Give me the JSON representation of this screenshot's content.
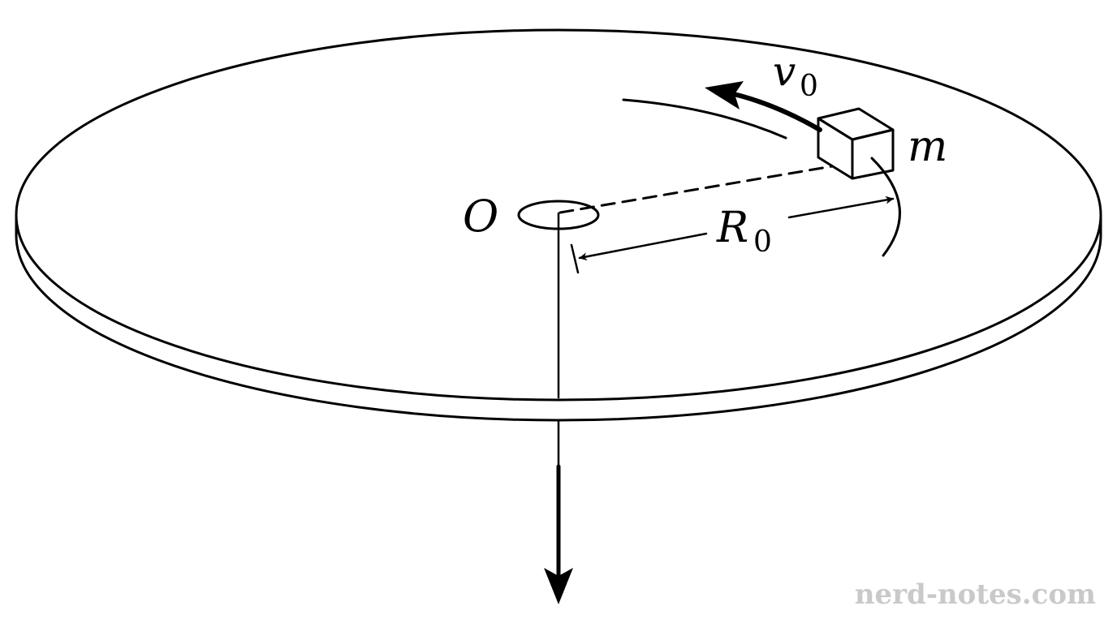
{
  "labels": {
    "center": "O",
    "velocity_symbol": "v",
    "velocity_subscript": "0",
    "mass": "m",
    "radius_symbol": "R",
    "radius_subscript": "0"
  },
  "watermark": "nerd-notes.com",
  "colors": {
    "ink": "#000000",
    "watermark": "#c9c9c9",
    "background": "#ffffff"
  }
}
